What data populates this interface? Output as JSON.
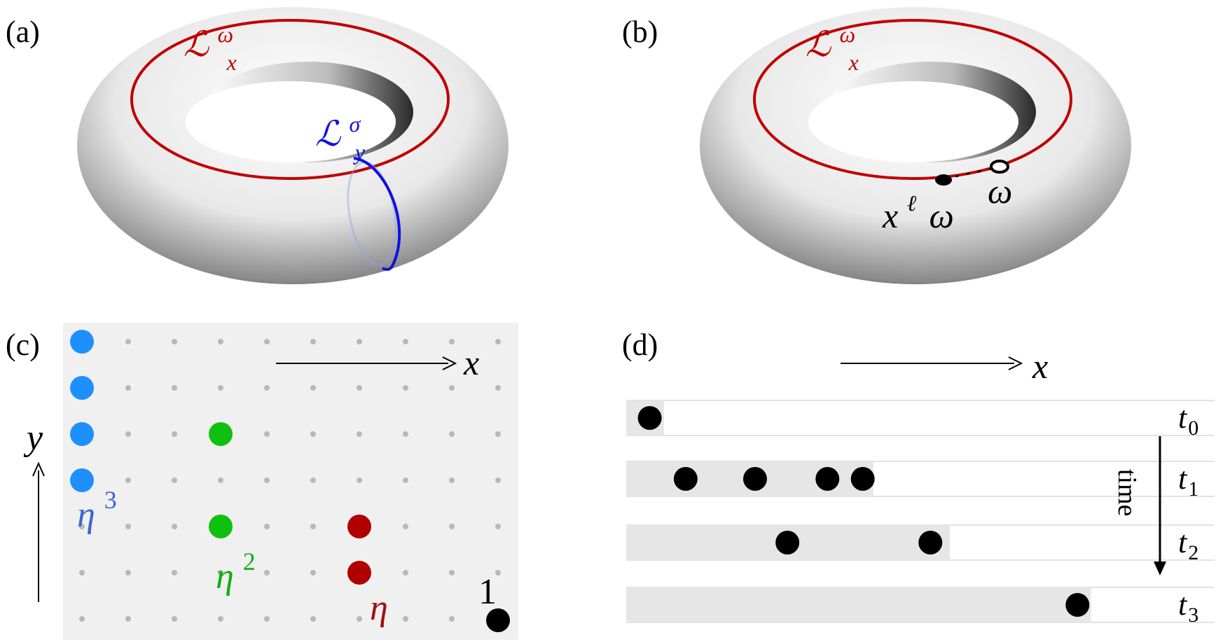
{
  "panels": {
    "a": {
      "label": "(a)",
      "loop_x": {
        "base": "ℒ",
        "sup": "ω",
        "sub": "x"
      },
      "loop_y": {
        "base": "ℒ",
        "sup": "σ",
        "sub": "y"
      }
    },
    "b": {
      "label": "(b)",
      "loop_x": {
        "base": "ℒ",
        "sup": "ω",
        "sub": "x"
      },
      "start_point": "ω",
      "end_point": {
        "base": "x",
        "sup": "ℓ",
        "tail": "ω"
      }
    },
    "c": {
      "label": "(c)",
      "x_axis": "x",
      "y_axis": "y",
      "eta3": {
        "base": "η",
        "sup": "3"
      },
      "eta2": {
        "base": "η",
        "sup": "2"
      },
      "eta": "η",
      "one": "1"
    },
    "d": {
      "label": "(d)",
      "x_axis": "x",
      "time_label": "time",
      "rows": [
        {
          "t": "t",
          "sub": "0",
          "fill_fraction": 0.064,
          "dots": [
            0.04
          ]
        },
        {
          "t": "t",
          "sub": "1",
          "fill_fraction": 0.42,
          "dots": [
            0.101,
            0.219,
            0.342,
            0.402
          ]
        },
        {
          "t": "t",
          "sub": "2",
          "fill_fraction": 0.55,
          "dots": [
            0.274,
            0.517
          ]
        },
        {
          "t": "t",
          "sub": "3",
          "fill_fraction": 0.79,
          "dots": [
            0.767
          ]
        }
      ]
    }
  },
  "colors": {
    "red_loop": "#c00000",
    "blue_loop": "#1010e0",
    "blue_dots": "#1e8fff",
    "green_dots": "#10c010",
    "red_dots": "#b00000",
    "eta3_text": "#3a66d0",
    "eta2_text": "#10b010",
    "eta_text": "#a01010",
    "grid_dot": "#b8b8b8",
    "panel_bg": "#f0f0f0",
    "bar_fill": "#e6e6e6"
  }
}
